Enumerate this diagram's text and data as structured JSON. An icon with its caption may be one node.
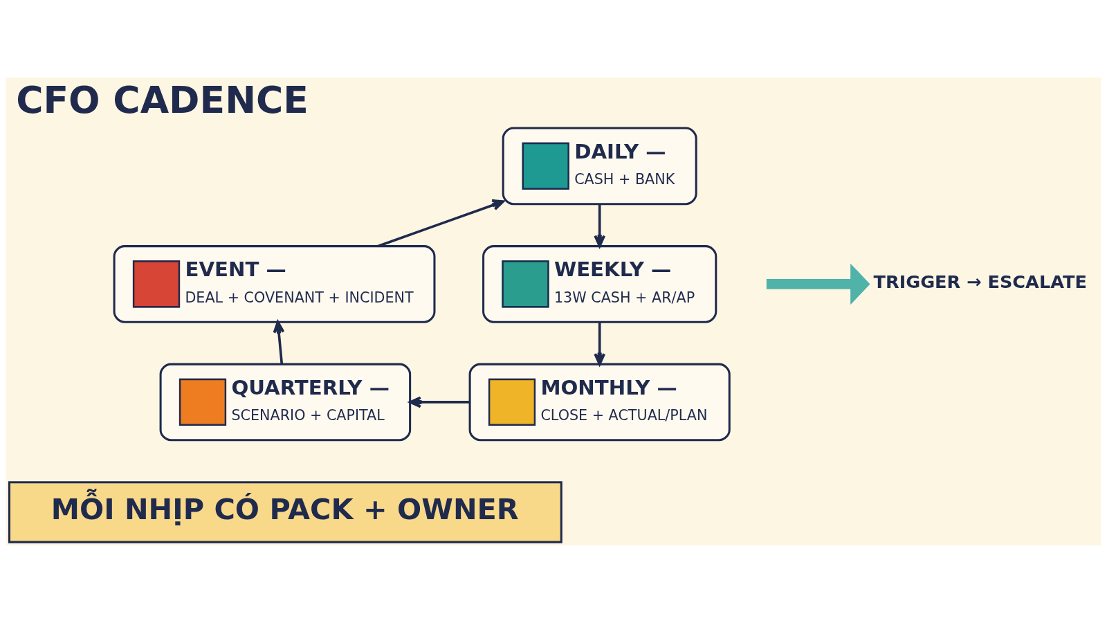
{
  "diagram": {
    "title": "CFO CADENCE",
    "nodes": [
      {
        "text": [
          "DAILY —",
          "CASH + BANK"
        ]
      },
      {
        "text": [
          "WEEKLY —",
          "13W CASH + AR/AP"
        ]
      },
      {
        "text": [
          "MONTHLY —",
          "CLOSE + ACTUAL/PLAN"
        ]
      },
      {
        "text": [
          "QUARTERLY —",
          "SCENARIO + CAPITAL"
        ]
      },
      {
        "text": [
          "EVENT —",
          "DEAL + COVENANT + INCIDENT"
        ]
      },
      {
        "text": [
          "MỖI NHỊP CÓ PACK + OWNER"
        ]
      },
      {
        "text": [
          "TRIGGER → ESCALATE"
        ]
      }
    ],
    "edges": [
      {
        "from": 0,
        "to": 1,
        "arrow": "to"
      },
      {
        "from": 1,
        "to": 2,
        "arrow": "to"
      },
      {
        "from": 2,
        "to": 3,
        "arrow": "to"
      },
      {
        "from": 3,
        "to": 4,
        "arrow": "to"
      },
      {
        "from": 4,
        "to": 0,
        "arrow": "to"
      },
      {
        "from": null,
        "to": 6,
        "arrow": "to",
        "style": "thick",
        "color": "#4fb3a9"
      }
    ]
  }
}
